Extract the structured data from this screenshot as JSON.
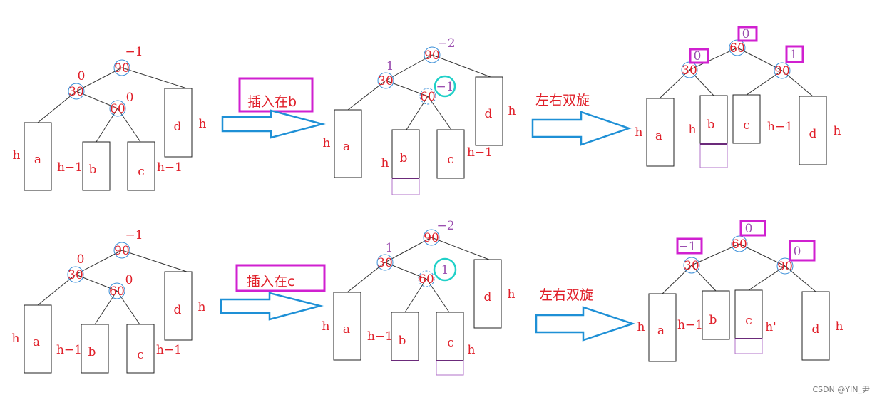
{
  "colors": {
    "red": "#e0202a",
    "purple": "#9b4fb0",
    "blue_arrow": "#1e90d6",
    "magenta_box": "#d020d0",
    "cyan_circle": "#20d0c8",
    "node_ring": "#3b8fd8"
  },
  "actions": {
    "insert_b": "插入在b",
    "insert_c": "插入在c",
    "rotate_1": "左右双旋",
    "rotate_2": "左右双旋"
  },
  "nodes": {
    "n90": "90",
    "n30": "30",
    "n60": "60"
  },
  "subtrees": {
    "a": "a",
    "b": "b",
    "c": "c",
    "d": "d"
  },
  "heights": {
    "h": "h",
    "hm1": "h−1",
    "hp": "h'"
  },
  "balance": {
    "r1_before": {
      "n90": "−1",
      "n30": "0",
      "n60": "0"
    },
    "r1_after_insert": {
      "n90": "−2",
      "n30": "1",
      "n60": "−1"
    },
    "r1_after_rotate": {
      "n60": "0",
      "n30": "0",
      "n90": "1"
    },
    "r2_before": {
      "n90": "−1",
      "n30": "0",
      "n60": "0"
    },
    "r2_after_insert": {
      "n90": "−2",
      "n30": "1",
      "n60": "1"
    },
    "r2_after_rotate": {
      "n60": "0",
      "n30": "−1",
      "n90": "0"
    }
  },
  "watermark": "CSDN @YIN_尹"
}
